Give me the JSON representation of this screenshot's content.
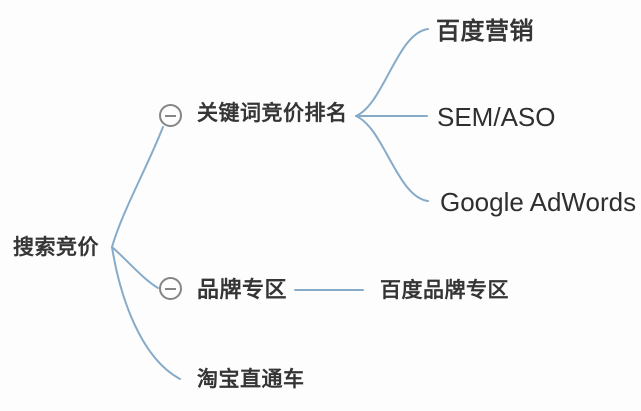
{
  "diagram": {
    "type": "mindmap",
    "root": {
      "label": "搜索竞价"
    },
    "branches": [
      {
        "label": "关键词竞价排名",
        "toggle_icon": "minus-icon",
        "expanded": true,
        "children": [
          {
            "label": "百度营销"
          },
          {
            "label": "SEM/ASO"
          },
          {
            "label": "Google AdWords"
          }
        ]
      },
      {
        "label": "品牌专区",
        "toggle_icon": "minus-icon",
        "expanded": true,
        "children": [
          {
            "label": "百度品牌专区"
          }
        ]
      },
      {
        "label": "淘宝直通车",
        "children": []
      }
    ]
  },
  "colors": {
    "connector": "#86abc9",
    "node_text": "#353535",
    "toggle_icon": "#858585",
    "background": "#fdfdfd"
  }
}
